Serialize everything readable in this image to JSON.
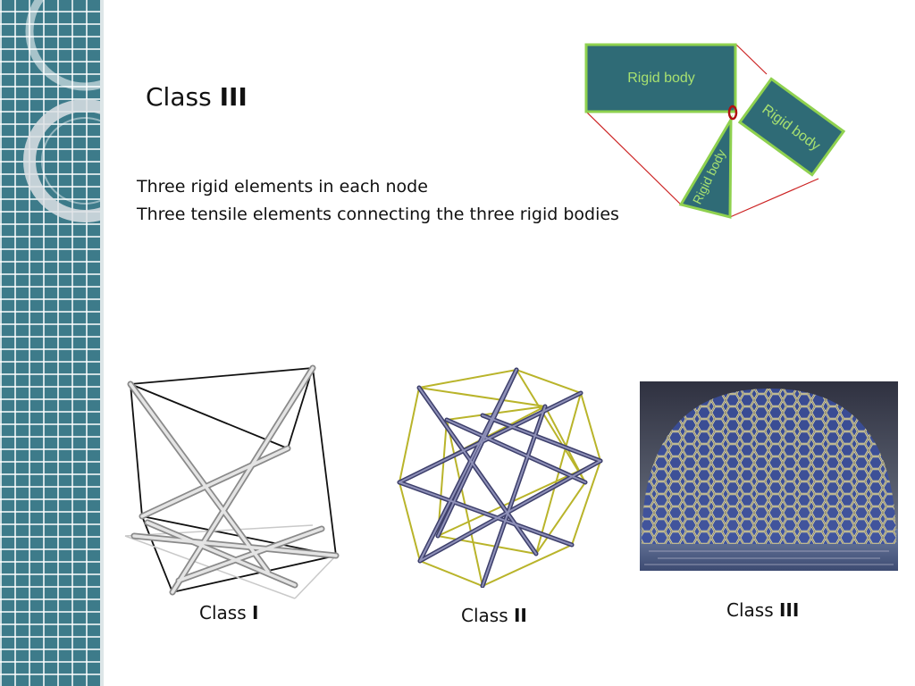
{
  "slide": {
    "title_prefix": "Class",
    "title_roman": "III",
    "lines": [
      "Three rigid elements in each node",
      "Three tensile elements connecting the three rigid bodies"
    ]
  },
  "diagram": {
    "labels": [
      "Rigid body",
      "Rigid body",
      "Rigid body"
    ],
    "colors": {
      "panel": "#2f6b76",
      "border": "#8fd14f",
      "cable": "#cc2222",
      "label": "#a7e070"
    }
  },
  "figures": [
    {
      "caption_prefix": "Class",
      "caption_roman": "I"
    },
    {
      "caption_prefix": "Class",
      "caption_roman": "II"
    },
    {
      "caption_prefix": "Class",
      "caption_roman": "III"
    }
  ]
}
